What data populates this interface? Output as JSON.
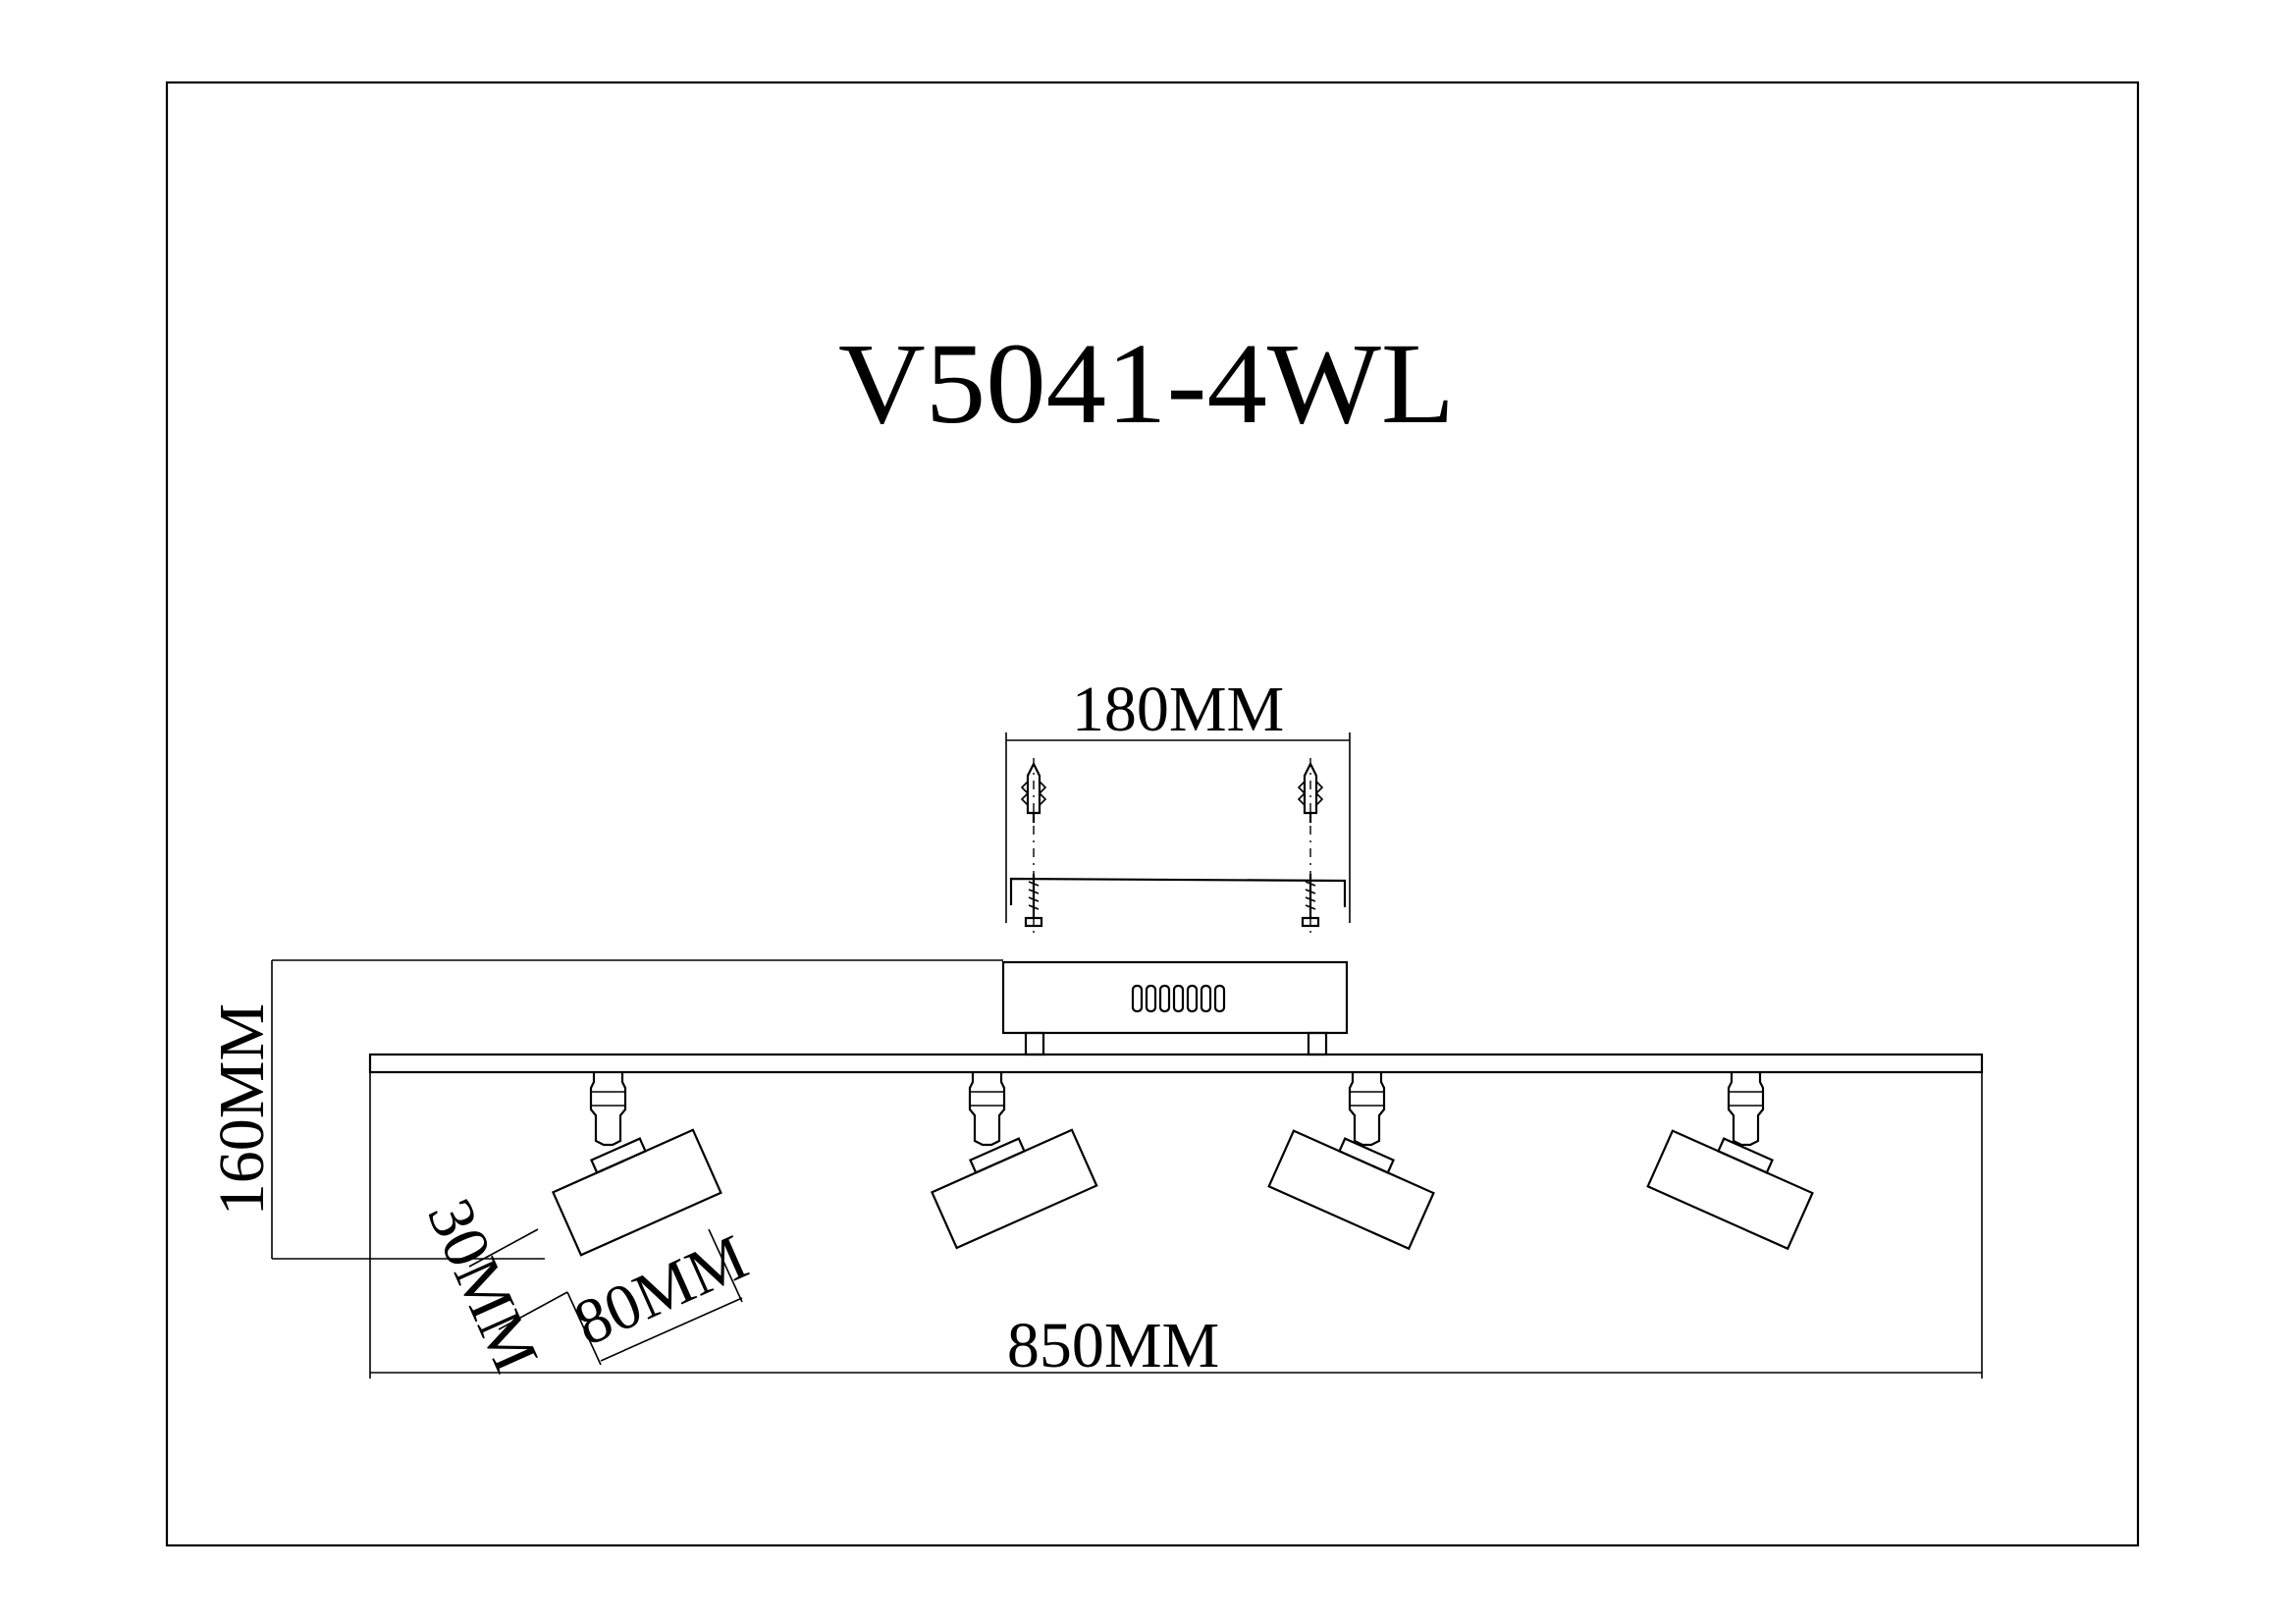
{
  "drawing": {
    "model": "V5041-4WL",
    "dimensions": {
      "bracket_width": "180MM",
      "height": "160MM",
      "head_depth": "30MM",
      "head_length": "80MM",
      "total_length": "850MM"
    },
    "spot_count": 4
  }
}
